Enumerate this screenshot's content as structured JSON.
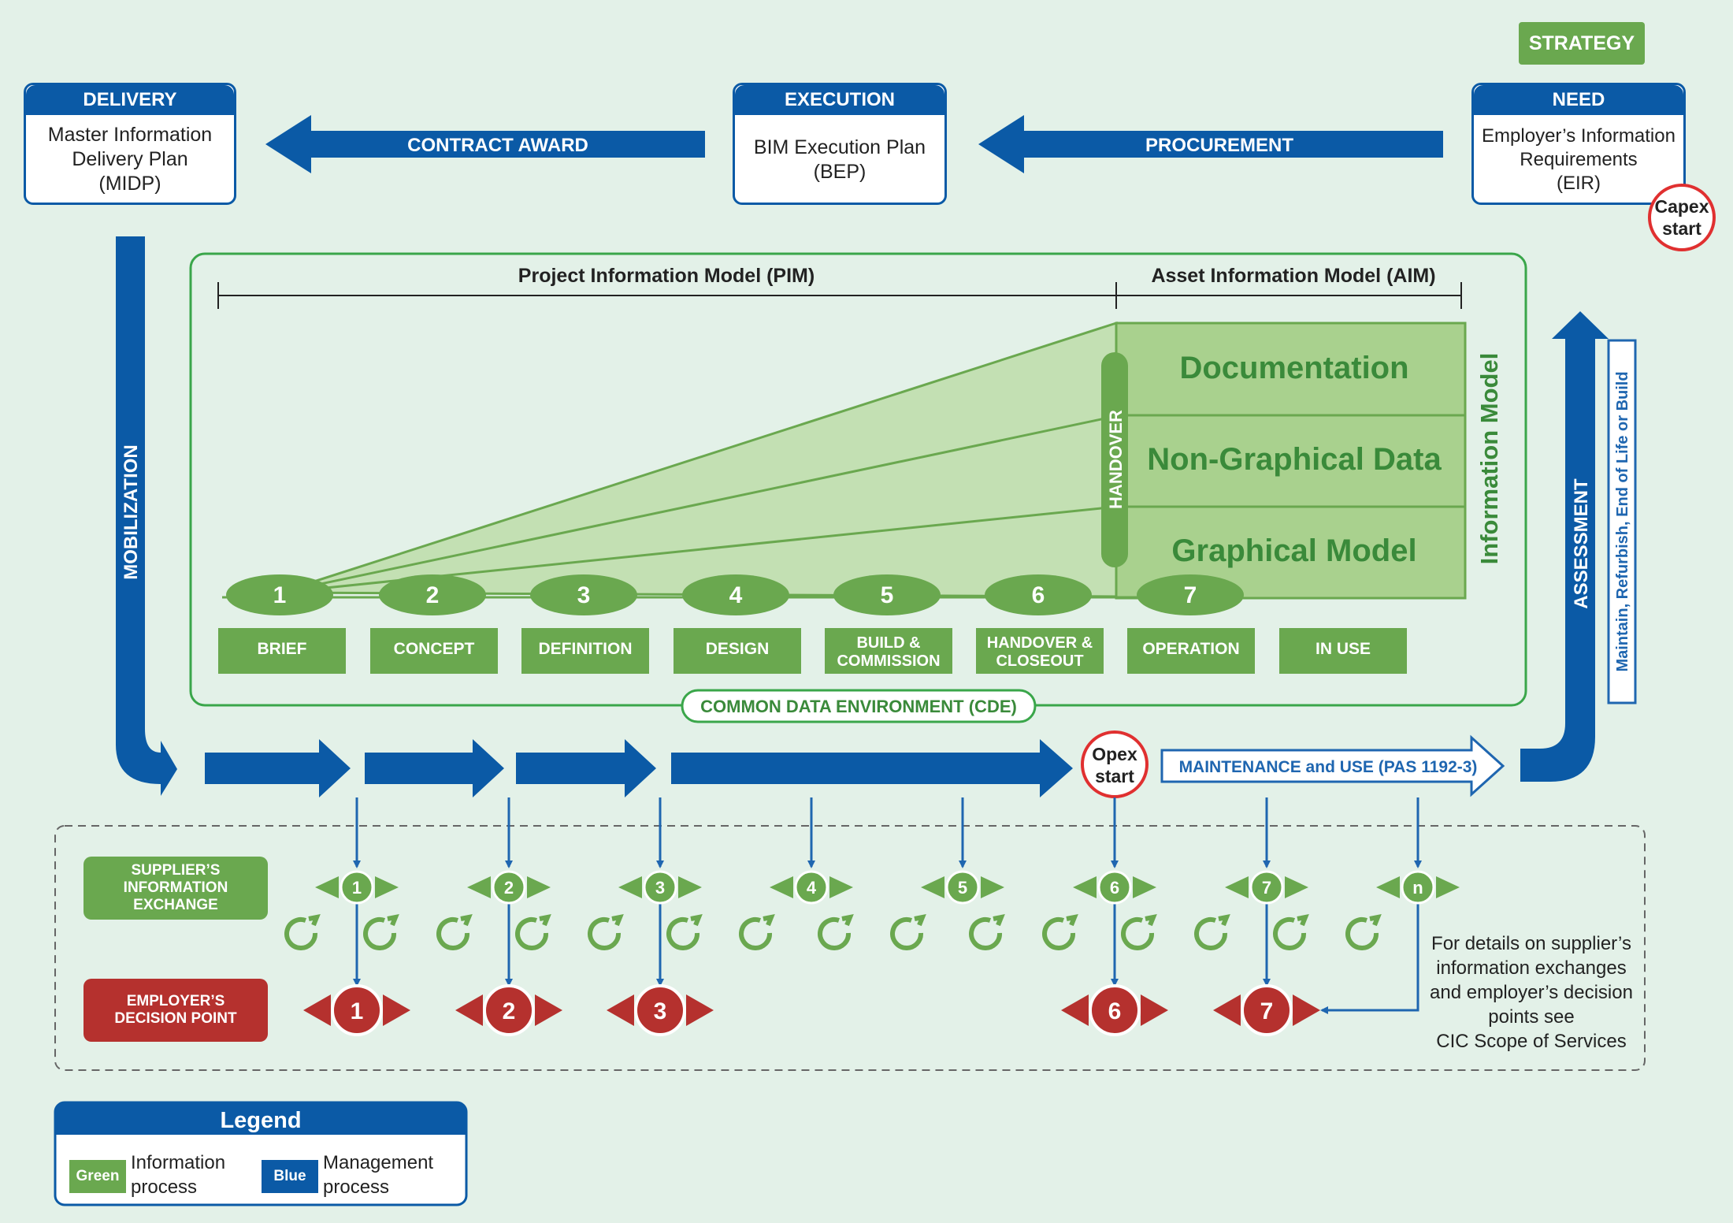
{
  "strategy": "STRATEGY",
  "top_boxes": {
    "delivery": {
      "title": "DELIVERY",
      "body": "Master Information\nDelivery Plan\n(MIDP)"
    },
    "execution": {
      "title": "EXECUTION",
      "body": "BIM Execution Plan\n(BEP)"
    },
    "need": {
      "title": "NEED",
      "body": "Employer’s Information\nRequirements\n(EIR)"
    }
  },
  "arrows": {
    "contract_award": "CONTRACT AWARD",
    "procurement": "PROCUREMENT",
    "mobilization": "MOBILIZATION",
    "assessment": "ASSESSMENT",
    "maintain": "Maintain, Refurbish, End of Life or Build",
    "maintenance_use": "MAINTENANCE and USE (PAS 1192-3)"
  },
  "capex": {
    "line1": "Capex",
    "line2": "start"
  },
  "opex": {
    "line1": "Opex",
    "line2": "start"
  },
  "models": {
    "pim": "Project Information Model (PIM)",
    "aim": "Asset Information Model (AIM)",
    "handover": "HANDOVER",
    "information_model": "Information Model",
    "layers": [
      "Documentation",
      "Non-Graphical Data",
      "Graphical Model"
    ],
    "cde": "COMMON DATA ENVIRONMENT (CDE)"
  },
  "stage_numbers": [
    "1",
    "2",
    "3",
    "4",
    "5",
    "6",
    "7"
  ],
  "stages": [
    {
      "l1": "BRIEF",
      "l2": ""
    },
    {
      "l1": "CONCEPT",
      "l2": ""
    },
    {
      "l1": "DEFINITION",
      "l2": ""
    },
    {
      "l1": "DESIGN",
      "l2": ""
    },
    {
      "l1": "BUILD &",
      "l2": "COMMISSION"
    },
    {
      "l1": "HANDOVER &",
      "l2": "CLOSEOUT"
    },
    {
      "l1": "OPERATION",
      "l2": ""
    },
    {
      "l1": "IN USE",
      "l2": ""
    }
  ],
  "supplier_label": "SUPPLIER’S\nINFORMATION\nEXCHANGE",
  "employer_label": "EMPLOYER’S\nDECISION POINT",
  "exchange_points": [
    "1",
    "2",
    "3",
    "4",
    "5",
    "6",
    "7",
    "n"
  ],
  "decision_points": [
    "1",
    "2",
    "3",
    "6",
    "7"
  ],
  "note": "For details on supplier’s\ninformation exchanges\nand employer’s decision\npoints see\nCIC Scope of Services",
  "legend": {
    "title": "Legend",
    "green": "Green",
    "green_desc": "Information\nprocess",
    "blue": "Blue",
    "blue_desc": "Management\nprocess"
  },
  "colors": {
    "blue": "#0b5aa6",
    "green": "#6aa84f",
    "dark_green": "#3a8a3a",
    "red": "#b5312e",
    "background": "#e3f1e8"
  }
}
